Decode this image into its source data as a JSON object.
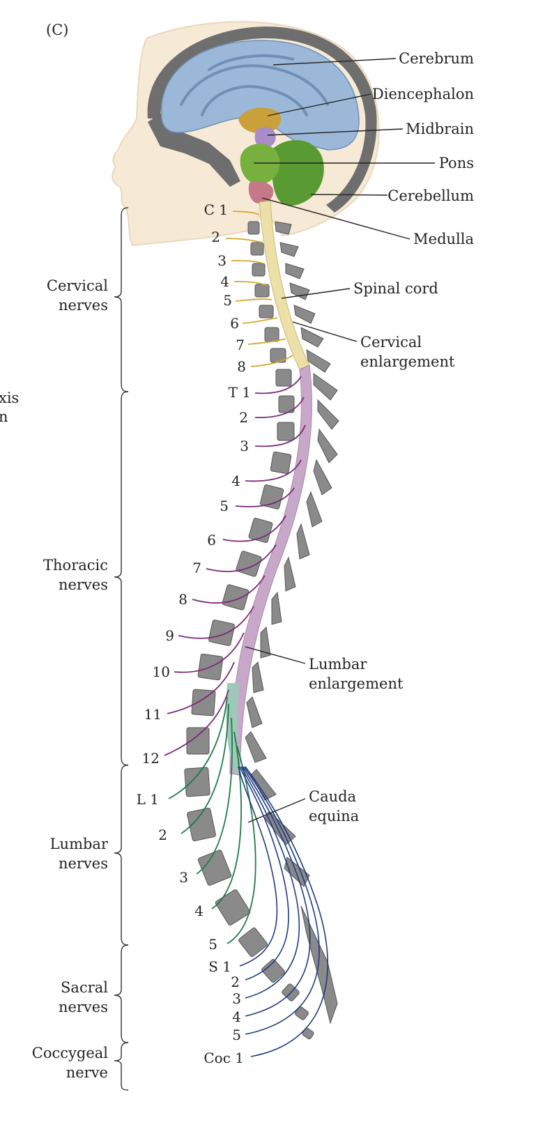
{
  "panel_label": "(C)",
  "edge_fragment": {
    "line1": "xis",
    "line2": "n"
  },
  "brain_labels": {
    "cerebrum": "Cerebrum",
    "diencephalon": "Diencephalon",
    "midbrain": "Midbrain",
    "pons": "Pons",
    "cerebellum": "Cerebellum",
    "medulla": "Medulla"
  },
  "cord_labels": {
    "spinal_cord": "Spinal cord",
    "cervical_enlargement_1": "Cervical",
    "cervical_enlargement_2": "enlargement",
    "lumbar_enlargement_1": "Lumbar",
    "lumbar_enlargement_2": "enlargement",
    "cauda_equina_1": "Cauda",
    "cauda_equina_2": "equina"
  },
  "groups": {
    "cervical": {
      "line1": "Cervical",
      "line2": "nerves"
    },
    "thoracic": {
      "line1": "Thoracic",
      "line2": "nerves"
    },
    "lumbar": {
      "line1": "Lumbar",
      "line2": "nerves"
    },
    "sacral": {
      "line1": "Sacral",
      "line2": "nerves"
    },
    "coccygeal": {
      "line1": "Coccygeal",
      "line2": "nerve"
    }
  },
  "nerves": {
    "cervical": [
      "C 1",
      "2",
      "3",
      "4",
      "5",
      "6",
      "7",
      "8"
    ],
    "thoracic": [
      "T 1",
      "2",
      "3",
      "4",
      "5",
      "6",
      "7",
      "8",
      "9",
      "10",
      "11",
      "12"
    ],
    "lumbar": [
      "L 1",
      "2",
      "3",
      "4",
      "5"
    ],
    "sacral": [
      "S 1",
      "2",
      "3",
      "4",
      "5"
    ],
    "coccygeal": [
      "Coc 1"
    ]
  },
  "colors": {
    "cerebrum": "#9cb8d8",
    "diencephalon": "#c9a03a",
    "midbrain": "#a98cc8",
    "pons": "#78b040",
    "cerebellum": "#5a9a32",
    "medulla": "#c47888",
    "skin": "#f6ead6",
    "skull": "#6e6e6e",
    "vertebra": "#8a8a8a",
    "cervical_nerve": "#d4a72c",
    "thoracic_nerve": "#7a2a78",
    "lumbar_nerve": "#1f7a4a",
    "sacral_nerve": "#1e3a80",
    "cord_upper": "#ece0a8",
    "cord_lower": "#c8a8c8"
  }
}
